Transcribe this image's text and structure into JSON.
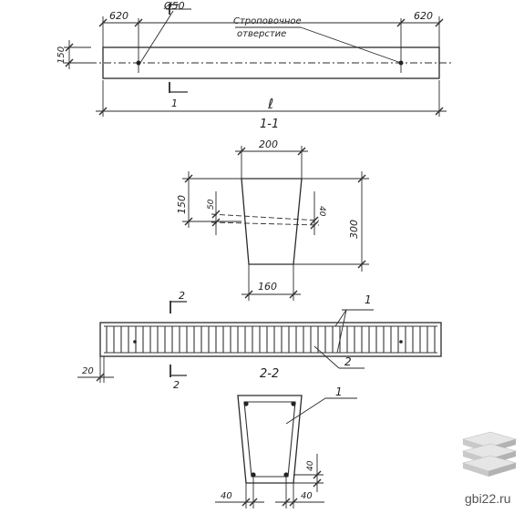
{
  "plan_view": {
    "dim_left": "620",
    "dim_hole": "Ø50",
    "hole_label_line1": "Строповочное",
    "hole_label_line2": "отверстие",
    "dim_right": "620",
    "dim_height": "150",
    "section_mark": "1",
    "length_label": "ℓ"
  },
  "section_1_1": {
    "title": "1-1",
    "dim_top": "200",
    "dim_left": "150",
    "dim_hole_left": "50",
    "dim_hole_right": "40",
    "dim_total_height": "300",
    "dim_bottom": "160"
  },
  "reinforcement_view": {
    "section_mark_top": "2",
    "leader_label_1": "1",
    "leader_label_2": "2",
    "dim_cover": "20",
    "section_mark_bottom": "2"
  },
  "section_2_2": {
    "title": "2-2",
    "leader_label": "1",
    "dim_cover_right": "40",
    "dim_cover_bottom_left": "40",
    "dim_cover_bottom_right": "40"
  },
  "watermark": {
    "site": "gbi22.ru",
    "logo_icon": "stacked-slabs-icon"
  }
}
